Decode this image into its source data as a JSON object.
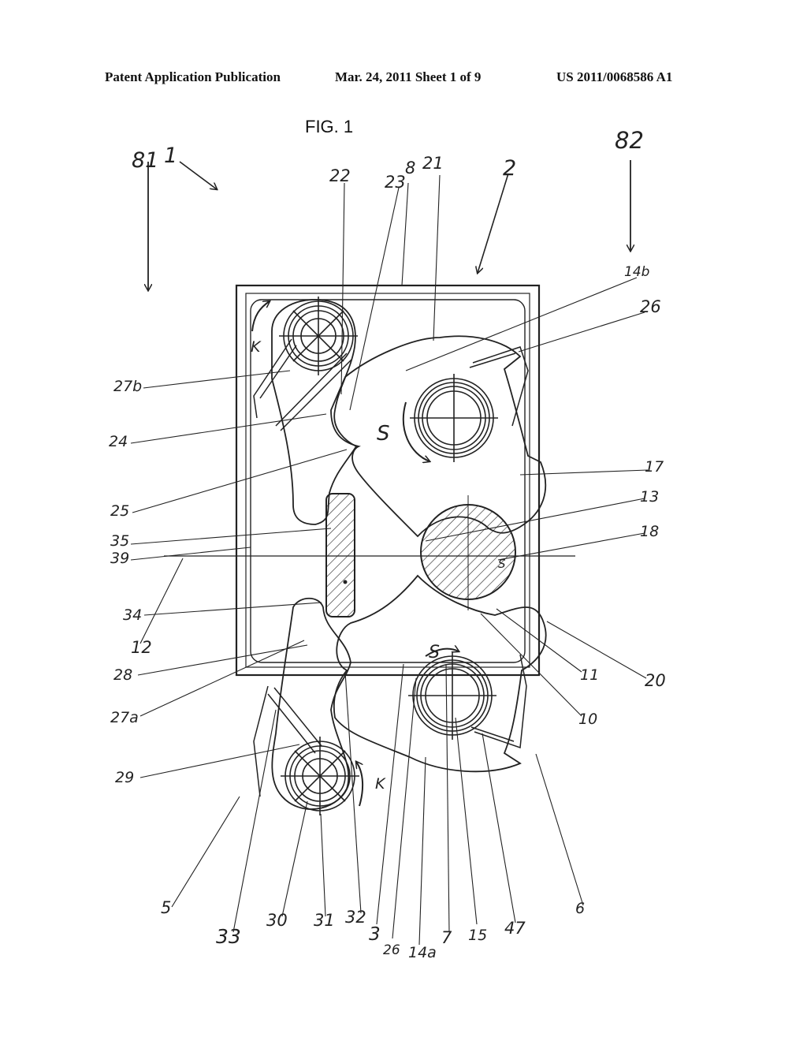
{
  "header": {
    "left": "Patent Application Publication",
    "center": "Mar. 24, 2011  Sheet 1 of 9",
    "right": "US 2011/0068586 A1"
  },
  "figure": {
    "title": "FIG. 1",
    "labels": {
      "l81": "81",
      "l1": "1",
      "l22": "22",
      "l23": "23",
      "l8": "8",
      "l21": "21",
      "l2": "2",
      "l82": "82",
      "l14b": "14b",
      "l26a": "26",
      "l27b": "27b",
      "l24": "24",
      "l25": "25",
      "l17": "17",
      "l13": "13",
      "l35": "35",
      "l39": "39",
      "l18": "18",
      "l12": "12",
      "l34": "34",
      "l28": "28",
      "l27a": "27a",
      "l11": "11",
      "l20": "20",
      "l10": "10",
      "l29": "29",
      "l5": "5",
      "l33": "33",
      "l30": "30",
      "l31": "31",
      "l32": "32",
      "l3": "3",
      "l26b": "26",
      "l14a": "14a",
      "l7": "7",
      "l15": "15",
      "l47": "47",
      "l6": "6",
      "sTop": "S",
      "sBot": "S",
      "kTop": "K",
      "kBot": "K",
      "sSmall": "S"
    }
  }
}
